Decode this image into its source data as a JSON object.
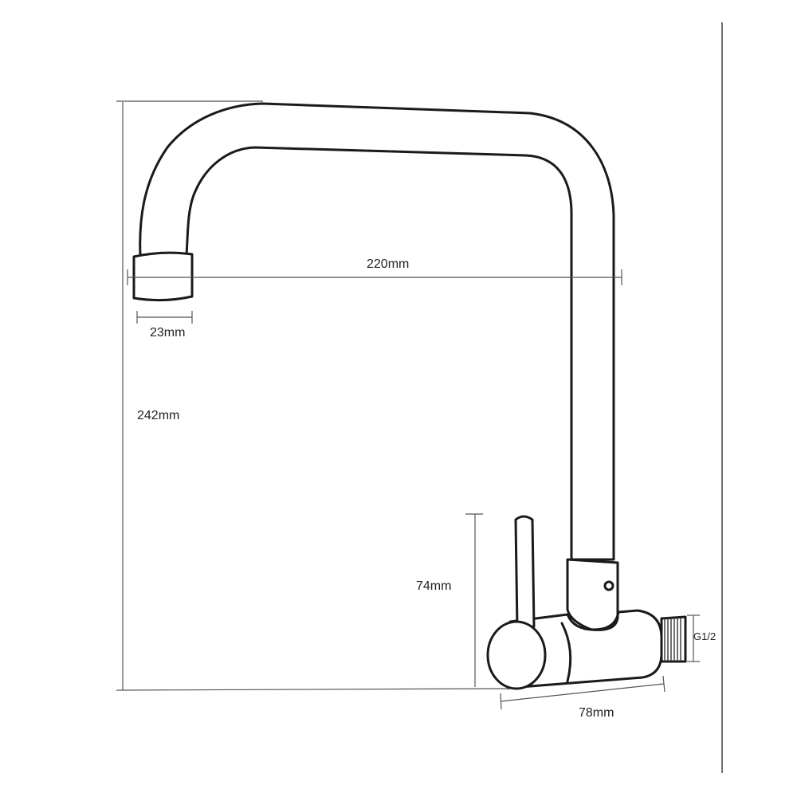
{
  "dimensions": {
    "reach": "220mm",
    "outlet_diameter": "23mm",
    "total_height": "242mm",
    "base_height": "74mm",
    "body_length": "78mm",
    "thread": "G1/2"
  },
  "colors": {
    "line": "#1a1a1a",
    "dimension_line": "#555555",
    "background": "#ffffff"
  }
}
